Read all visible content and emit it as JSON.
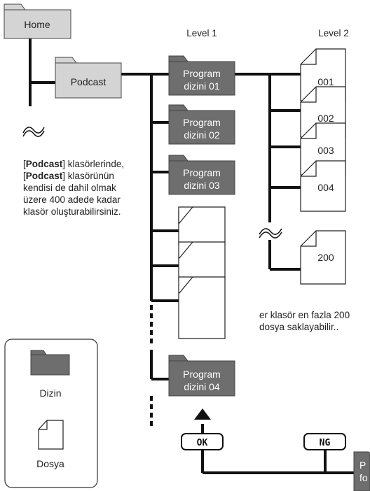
{
  "headers": {
    "level1": "Level 1",
    "level2": "Level 2"
  },
  "folders": {
    "home": "Home",
    "podcast": "Podcast",
    "program01": [
      "Program",
      "dizini 01"
    ],
    "program02": [
      "Program",
      "dizini 02"
    ],
    "program03": [
      "Program",
      "dizini 03"
    ],
    "program04": [
      "Program",
      "dizini 04"
    ],
    "cut_off": [
      "P",
      "fo"
    ]
  },
  "files": {
    "f001": "001",
    "f002": "002",
    "f003": "003",
    "f004": "004",
    "f200": "200"
  },
  "notes": {
    "podcast_limit": {
      "open_bracket": "[",
      "bold1": "Podcast",
      "text1": "] klasörlerinde,",
      "open_bracket2": "[",
      "bold2": "Podcast",
      "text2": "] klasörünün",
      "line3": "kendisi de dahil olmak",
      "line4": "üzere 400 adede kadar",
      "line5": "klasör oluşturabilirsiniz."
    },
    "file_limit": [
      "er klasör en fazla 200",
      "dosya saklayabilir.."
    ]
  },
  "buttons": {
    "ok": "OK",
    "ng": "NG"
  },
  "legend": {
    "folder_label": "Dizin",
    "file_label": "Dosya"
  },
  "colors": {
    "light_folder": "#d4d4d4",
    "dark_folder": "#6e6e6e",
    "line": "#111111"
  }
}
